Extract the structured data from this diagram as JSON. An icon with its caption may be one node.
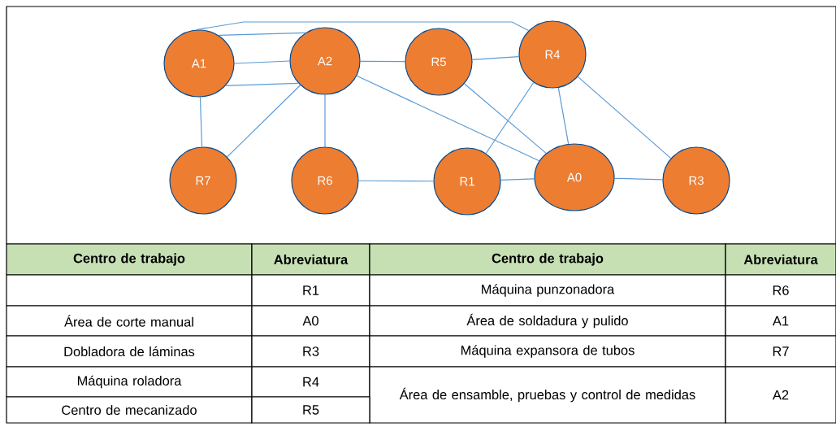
{
  "diagram": {
    "nodes": [
      {
        "text": [
          "A1"
        ]
      },
      {
        "text": [
          "A2"
        ]
      },
      {
        "text": [
          "R5"
        ]
      },
      {
        "text": [
          "R4"
        ]
      },
      {
        "text": [
          "R7"
        ]
      },
      {
        "text": [
          "R6"
        ]
      },
      {
        "text": [
          "R1"
        ]
      },
      {
        "text": [
          "A0"
        ]
      },
      {
        "text": [
          "R3"
        ]
      }
    ],
    "edges": [
      {
        "from": 0,
        "to": 1,
        "arrow": "none"
      },
      {
        "from": 0,
        "to": 1,
        "arrow": "none"
      },
      {
        "from": 0,
        "to": 1,
        "arrow": "none"
      },
      {
        "from": 0,
        "to": 3,
        "arrow": "none"
      },
      {
        "from": 1,
        "to": 2,
        "arrow": "none"
      },
      {
        "from": 2,
        "to": 3,
        "arrow": "none"
      },
      {
        "from": 1,
        "to": 7,
        "arrow": "none"
      },
      {
        "from": 2,
        "to": 7,
        "arrow": "none"
      },
      {
        "from": 3,
        "to": 6,
        "arrow": "none"
      },
      {
        "from": 3,
        "to": 7,
        "arrow": "none"
      },
      {
        "from": 3,
        "to": 8,
        "arrow": "none"
      },
      {
        "from": 0,
        "to": 4,
        "arrow": "none"
      },
      {
        "from": 1,
        "to": 4,
        "arrow": "none"
      },
      {
        "from": 1,
        "to": 5,
        "arrow": "none"
      },
      {
        "from": 5,
        "to": 6,
        "arrow": "none"
      },
      {
        "from": 6,
        "to": 7,
        "arrow": "none"
      },
      {
        "from": 7,
        "to": 8,
        "arrow": "none"
      }
    ],
    "labels": [
      "Centro de trabajo",
      "Abreviatura",
      "Centro de trabajo",
      "Abreviatura",
      "R1",
      "Máquina punzonadora",
      "R6",
      "Área de corte manual",
      "A0",
      "Área de soldadura y pulido",
      "A1",
      "Dobladora de láminas",
      "R3",
      "Máquina expansora de tubos",
      "R7",
      "Máquina roladora",
      "R4",
      "Área de ensamble, pruebas y control de medidas",
      "A2",
      "Centro de mecanizado",
      "R5"
    ]
  }
}
